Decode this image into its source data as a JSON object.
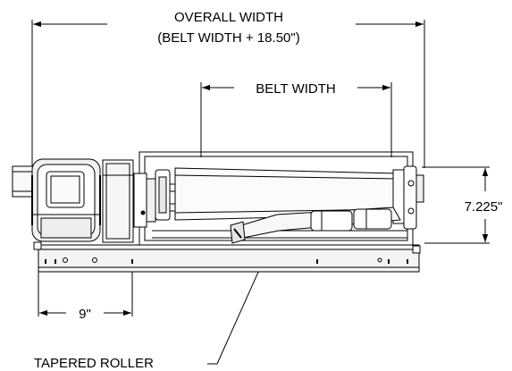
{
  "dimensions": {
    "overall_width_line1": "OVERALL WIDTH",
    "overall_width_line2": "(BELT WIDTH + 18.50\")",
    "belt_width": "BELT WIDTH",
    "height": "7.225\"",
    "motor_offset": "9\""
  },
  "callouts": {
    "tapered_roller": "TAPERED ROLLER"
  },
  "colors": {
    "line": "#000000",
    "fill_light": "#f2f2f2",
    "background": "#ffffff"
  }
}
